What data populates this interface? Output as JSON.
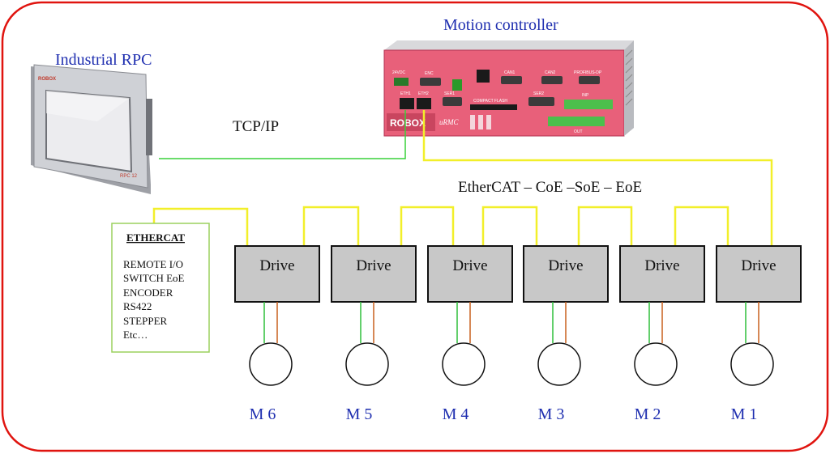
{
  "labels": {
    "rpc": "Industrial RPC",
    "controller": "Motion controller",
    "tcpip": "TCP/IP",
    "ethercat_bus": "EtherCAT – CoE –SoE – EoE"
  },
  "rpc_device": {
    "brand": "ROBOX",
    "model": "RPC 12"
  },
  "controller_device": {
    "brand": "ROBOX",
    "model_text": "uRMC",
    "ports": {
      "power": "24VDC",
      "enc": "ENC",
      "can1": "CAN1",
      "can2": "CAN2",
      "profibus": "PROFIBUS-DP",
      "eth1": "ETH1",
      "eth2": "ETH2",
      "ser1": "SER1",
      "compact_flash": "COMPACT FLASH",
      "ser2": "SER2",
      "inp": "INP",
      "out": "OUT"
    }
  },
  "ethercat_box": {
    "title": "ETHERCAT",
    "items": [
      "REMOTE I/O",
      "SWITCH EoE",
      "ENCODER",
      "RS422",
      "STEPPER",
      "Etc…"
    ]
  },
  "drives": [
    {
      "label": "Drive",
      "motor": "M 6"
    },
    {
      "label": "Drive",
      "motor": "M 5"
    },
    {
      "label": "Drive",
      "motor": "M 4"
    },
    {
      "label": "Drive",
      "motor": "M 3"
    },
    {
      "label": "Drive",
      "motor": "M 2"
    },
    {
      "label": "Drive",
      "motor": "M 1"
    }
  ],
  "colors": {
    "frame": "#e0140f",
    "label_blue": "#1f2fb0",
    "ethercat_line": "#f2ef2a",
    "tcpip_line": "#38d13a",
    "motor_wire_green": "#2fbf3a",
    "motor_wire_orange": "#c8601e",
    "controller_body": "#e8607a"
  }
}
